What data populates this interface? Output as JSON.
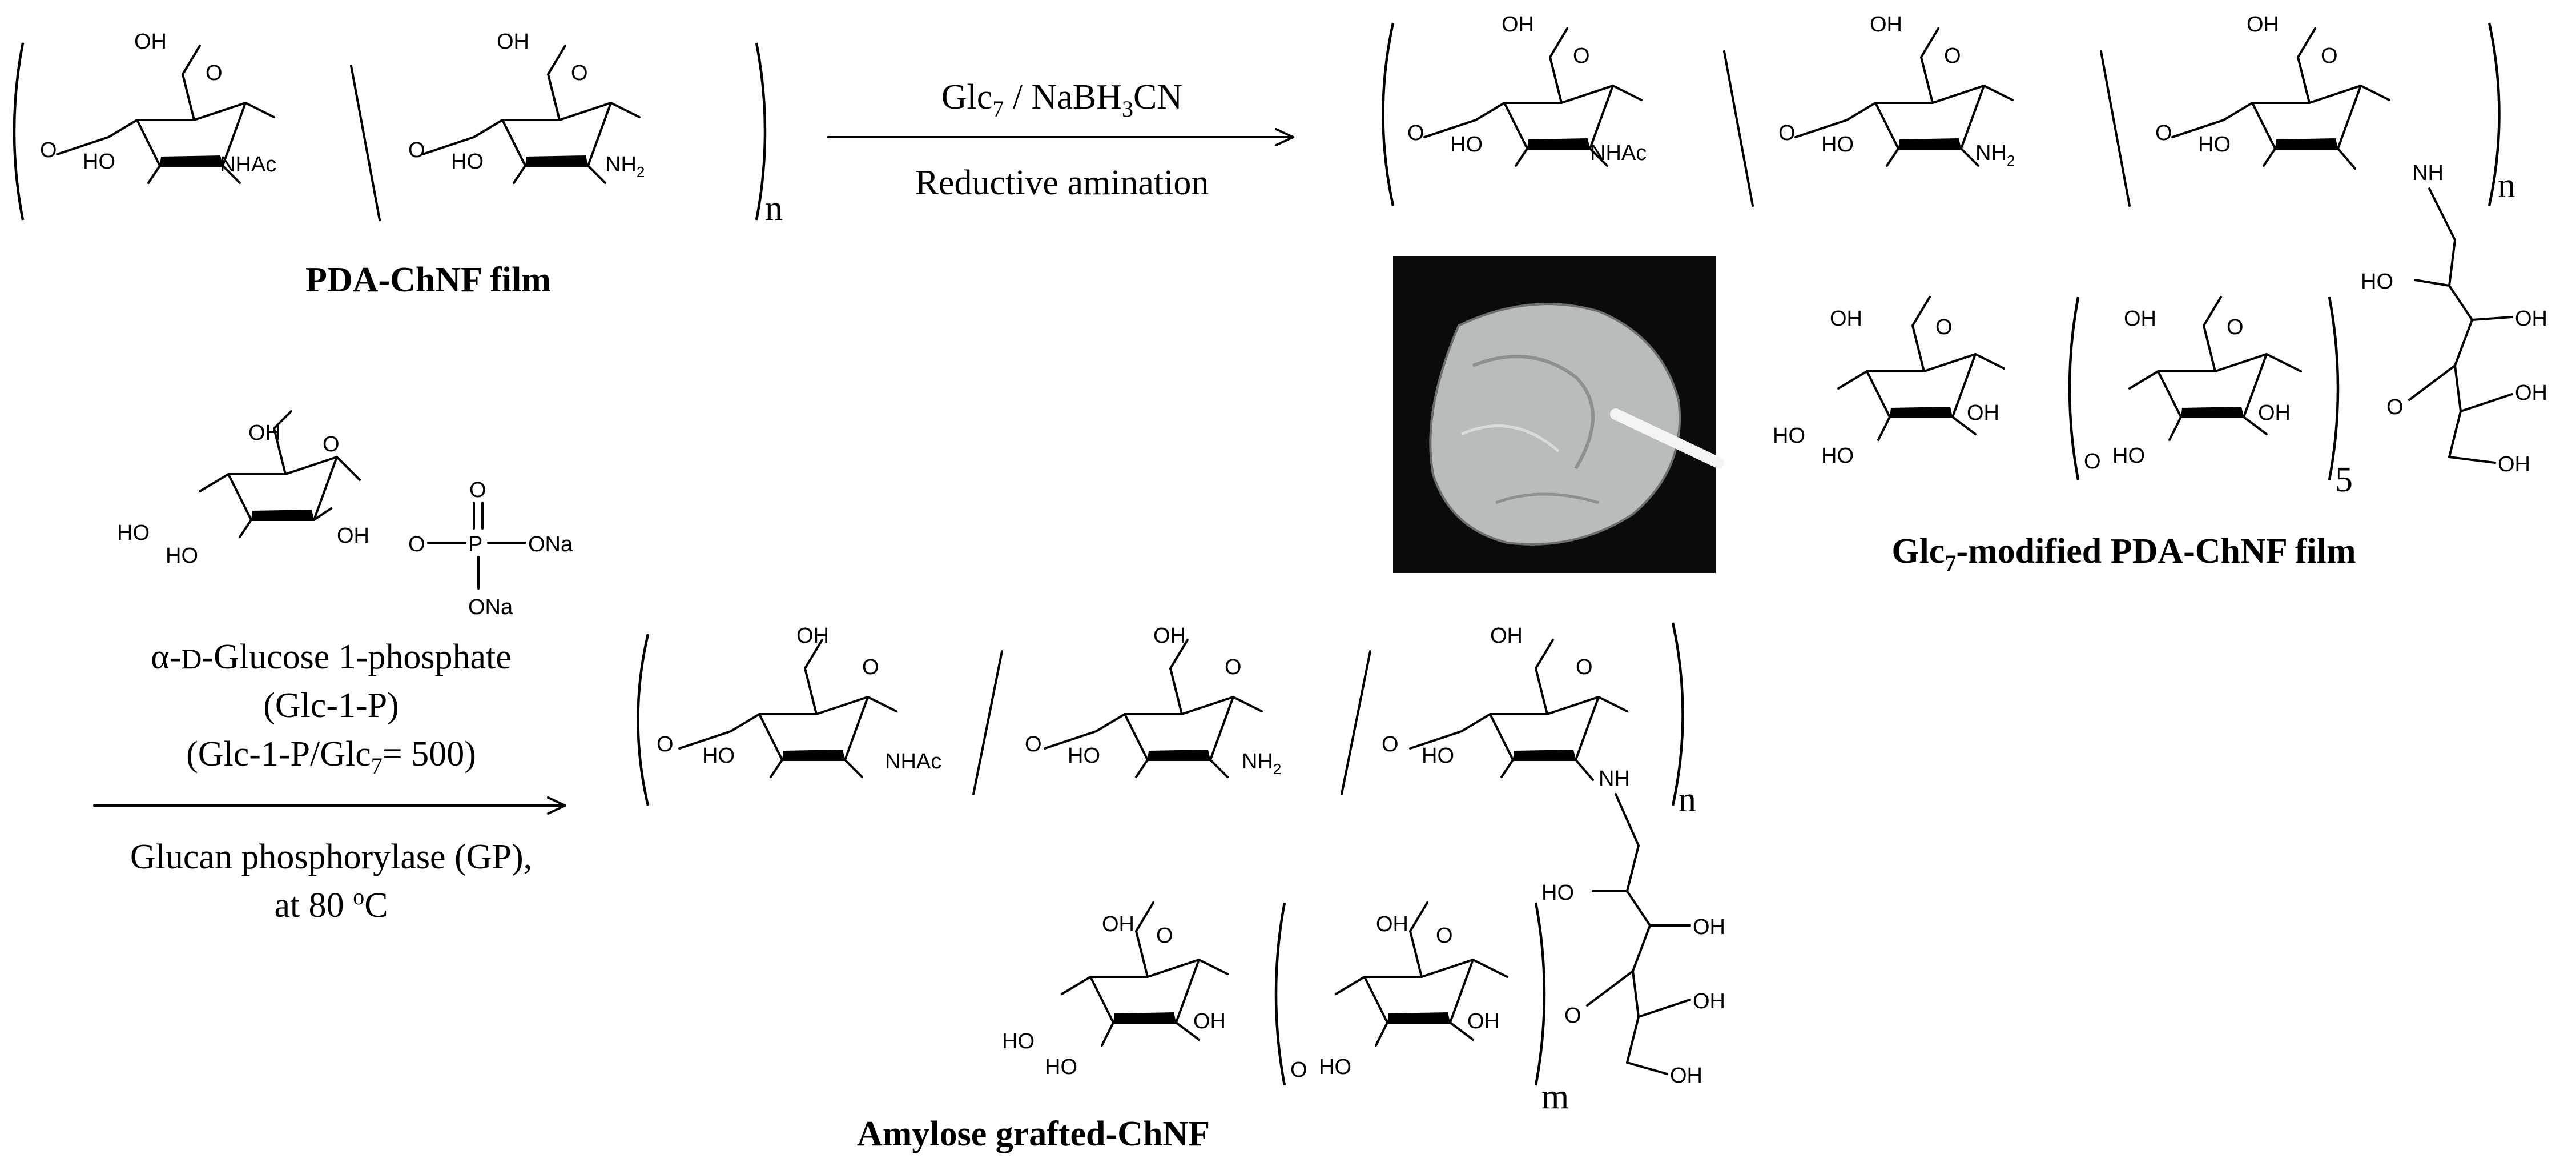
{
  "reaction1": {
    "reagent": "Glc",
    "reagent_sub": "7",
    "reagent_rest": " / NaBH",
    "reagent_sub2": "3",
    "reagent_tail": "CN",
    "condition": "Reductive amination"
  },
  "products": {
    "start_label": "PDA-ChNF film",
    "intermediate_label": "Glc",
    "intermediate_label_sub": "7",
    "intermediate_label_rest": "-modified PDA-ChNF film",
    "final_label": "Amylose grafted-ChNF"
  },
  "reaction2": {
    "reagent_name_alpha": "α-",
    "reagent_name_D": "D",
    "reagent_name_rest": "-Glucose 1-phosphate",
    "abbrev": "(Glc-1-P)",
    "ratio_pre": "(Glc-1-P/Glc",
    "ratio_sub": "7",
    "ratio_post": "= 500)",
    "enzyme": "Glucan phosphorylase (GP),",
    "temp_pre": "at 80 ",
    "temp_sup": "o",
    "temp_post": "C"
  },
  "atoms": {
    "oh": "OH",
    "ho": "HO",
    "o": "O",
    "nhac": "NHAc",
    "nh2": "NH",
    "nh2_sub": "2",
    "nh": "NH",
    "p": "P",
    "ona": "ONa",
    "n": "n",
    "m": "m",
    "five": "5"
  },
  "photo": {
    "background": "#0b0b0b",
    "film_color": "#b9bcbd"
  }
}
